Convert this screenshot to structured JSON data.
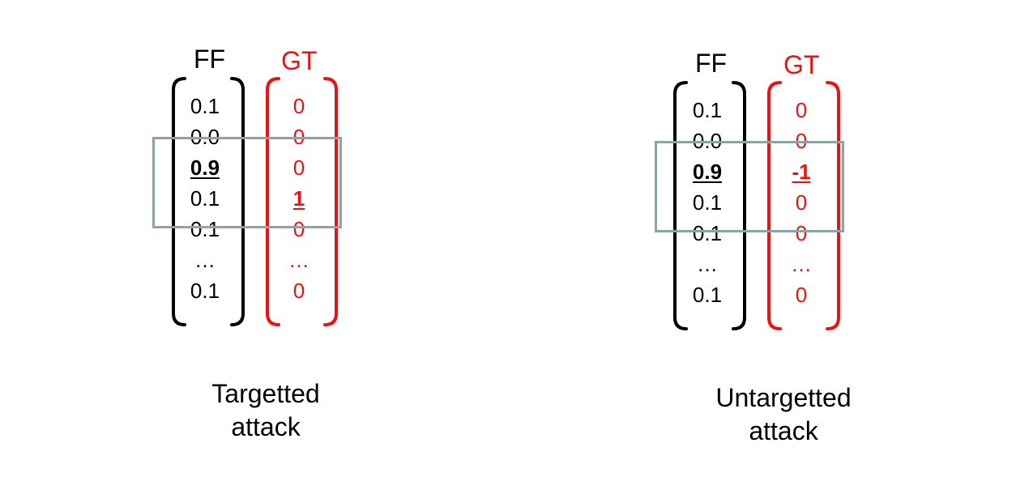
{
  "panels": [
    {
      "ff_header": "FF",
      "gt_header": "GT",
      "ff_values": [
        "0.1",
        "0.0",
        "0.9",
        "0.1",
        "0.1",
        "…",
        "0.1"
      ],
      "gt_values": [
        "0",
        "0",
        "0",
        "1",
        "0",
        "…",
        "0"
      ],
      "highlight_ff_index": 2,
      "highlight_gt_index": 3,
      "caption_line1": "Targetted",
      "caption_line2": "attack"
    },
    {
      "ff_header": "FF",
      "gt_header": "GT",
      "ff_values": [
        "0.1",
        "0.0",
        "0.9",
        "0.1",
        "0.1",
        "…",
        "0.1"
      ],
      "gt_values": [
        "0",
        "0",
        "-1",
        "0",
        "0",
        "…",
        "0"
      ],
      "highlight_ff_index": 2,
      "highlight_gt_index": 2,
      "caption_line1": "Untargetted",
      "caption_line2": "attack"
    }
  ],
  "colors": {
    "ff": "#000000",
    "gt": "#ee1111",
    "selection_box": "#8ea3a8"
  }
}
